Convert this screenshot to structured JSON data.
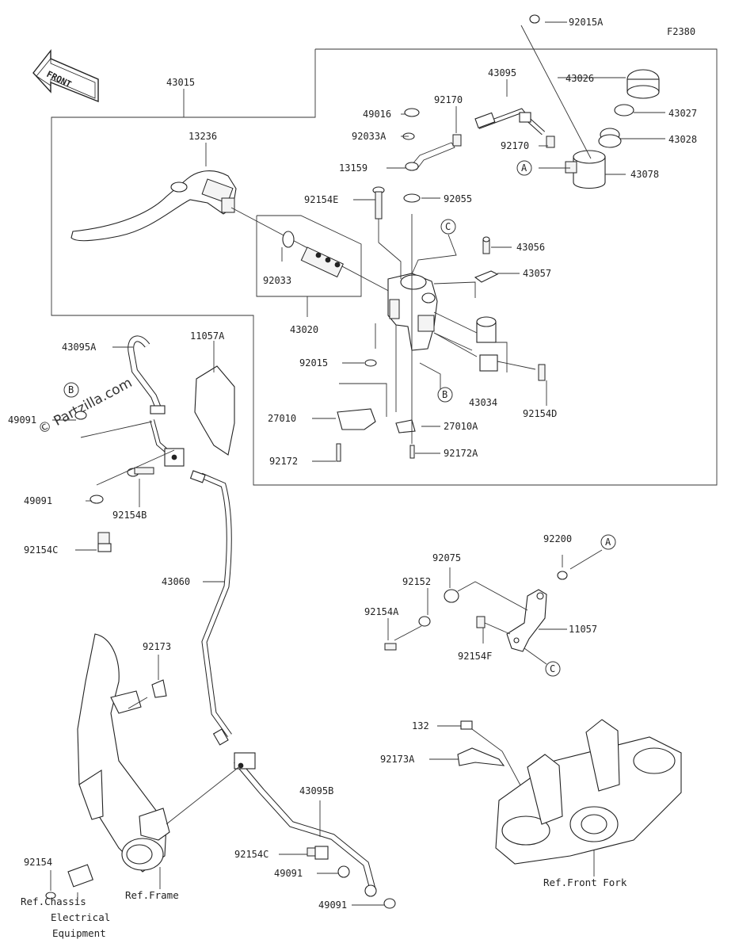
{
  "figure_code": "F2380",
  "front_label": "FRONT",
  "watermark": "© Partzilla.com",
  "callouts": {
    "A": "A",
    "B": "B",
    "C": "C"
  },
  "part_labels": {
    "p92015A": "92015A",
    "p43015": "43015",
    "p43095": "43095",
    "p43026": "43026",
    "p49016": "49016",
    "p92170a": "92170",
    "p43027": "43027",
    "p92033A": "92033A",
    "p92170b": "92170",
    "p43028": "43028",
    "p13236": "13236",
    "p13159": "13159",
    "p43078": "43078",
    "p92154E": "92154E",
    "p92055": "92055",
    "p43056": "43056",
    "p92033": "92033",
    "p43057": "43057",
    "p43020": "43020",
    "p43095A": "43095A",
    "p11057A": "11057A",
    "p92015": "92015",
    "p43034": "43034",
    "p49091a": "49091",
    "p92154D": "92154D",
    "p27010": "27010",
    "p27010A": "27010A",
    "p92172": "92172",
    "p92172A": "92172A",
    "p49091b": "49091",
    "p92154B": "92154B",
    "p92154C": "92154C",
    "p92200": "92200",
    "p92075": "92075",
    "p43060": "43060",
    "p92152": "92152",
    "p92154A": "92154A",
    "p11057": "11057",
    "p92154F": "92154F",
    "p92173": "92173",
    "p132": "132",
    "p92173A": "92173A",
    "p43095B": "43095B",
    "p92154": "92154",
    "p92154C2": "92154C",
    "p49091c": "49091",
    "p49091d": "49091"
  },
  "ref_labels": {
    "chassis1": "Ref.Chassis",
    "chassis2": "Electrical",
    "chassis3": "Equipment",
    "frame": "Ref.Frame",
    "fork": "Ref.Front Fork"
  }
}
